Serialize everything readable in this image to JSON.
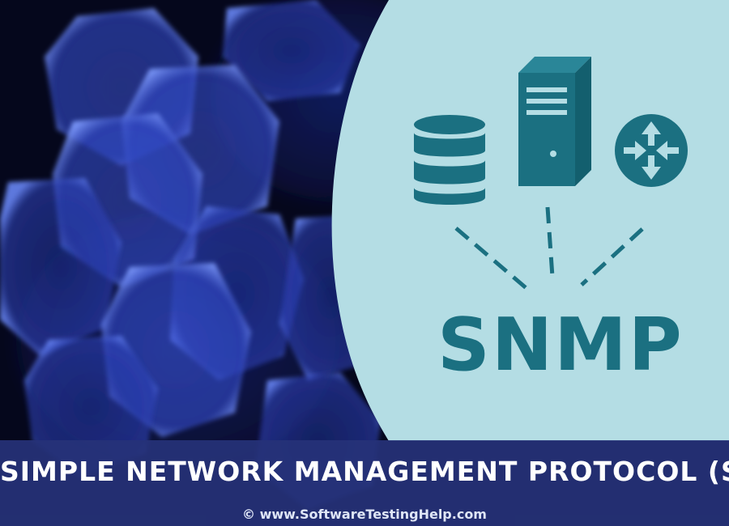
{
  "banner": {
    "logo_text": "SNMP",
    "title": "SIMPLE NETWORK MANAGEMENT PROTOCOL (SNMP)",
    "watermark": "© www.SoftwareTestingHelp.com"
  },
  "icons": [
    "database-icon",
    "server-icon",
    "router-icon"
  ],
  "colors": {
    "background_dark": "#05071c",
    "bokeh_blue": "#3b58d6",
    "panel_light_blue": "#b4dde4",
    "icon_teal": "#1b7081",
    "title_bar": "#263278",
    "title_text": "#ffffff"
  }
}
